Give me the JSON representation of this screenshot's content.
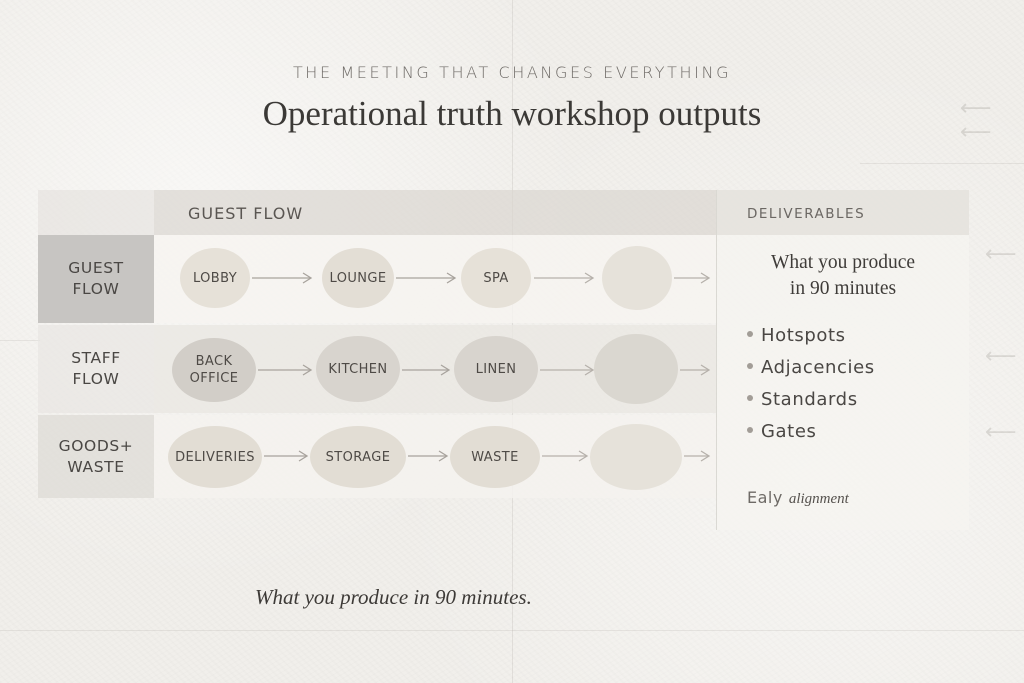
{
  "header": {
    "eyebrow": "THE MEETING THAT CHANGES EVERYTHING",
    "title": "Operational truth workshop outputs"
  },
  "matrix": {
    "column_header": "GUEST FLOW",
    "rows": [
      {
        "label": "GUEST\nFLOW",
        "nodes": [
          "LOBBY",
          "LOUNGE",
          "SPA",
          ""
        ]
      },
      {
        "label": "STAFF\nFLOW",
        "nodes": [
          "BACK\nOFFICE",
          "KITCHEN",
          "LINEN",
          ""
        ]
      },
      {
        "label": "GOODS+\nWASTE",
        "nodes": [
          "DELIVERIES",
          "STORAGE",
          "WASTE",
          ""
        ]
      }
    ]
  },
  "deliverables": {
    "title": "DELIVERABLES",
    "subtitle_line1": "What you produce",
    "subtitle_line2": "in 90 minutes",
    "items": [
      "Hotspots",
      "Adjacencies",
      "Standards",
      "Gates"
    ],
    "brand_mark": "Ealy",
    "brand_word": "alignment"
  },
  "caption": "What you produce in 90 minutes.",
  "colors": {
    "background": "#f1efeb",
    "node_light": "#e6e1d8",
    "node_dark": "#d2cec8",
    "text": "#4a4744"
  }
}
